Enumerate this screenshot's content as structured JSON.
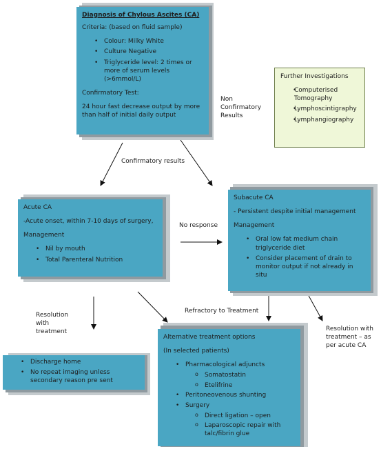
{
  "diagnosis": {
    "title": "Diagnosis of Chylous Ascites (CA)",
    "criteria": "Criteria: (based on fluid sample)",
    "bullets": [
      "Colour: Milky White",
      "Culture Negative",
      "Triglyceride level: 2 times or more of serum levels (>6mmol/L)"
    ],
    "confirm_title": "Confirmatory Test:",
    "confirm_text": "24 hour fast decrease output by more than half of initial daily output"
  },
  "further": {
    "title": "Further Investigations",
    "bullets": [
      "Computerised Tomography",
      "Lymphoscintigraphy",
      "Lymphangiography"
    ]
  },
  "acute": {
    "title": "Acute CA",
    "onset": "-Acute onset, within 7-10 days of surgery,",
    "management": "Management",
    "bullets": [
      "Nil by mouth",
      "Total Parenteral Nutrition"
    ]
  },
  "subacute": {
    "title": "Subacute CA",
    "persist": "- Persistent despite initial management",
    "management": "Management",
    "bullets": [
      "Oral low fat medium chain triglyceride diet",
      "Consider placement of drain to monitor output if not already in situ"
    ]
  },
  "discharge": {
    "bullets": [
      "Discharge home",
      "No repeat imaging unless secondary reason pre sent"
    ]
  },
  "alternative": {
    "title": "Alternative treatment options",
    "subtitle": "(In selected patients)",
    "pharm": "Pharmacological  adjuncts",
    "pharm_items": [
      "Somatostatin",
      "Etelifrine"
    ],
    "shunt": "Peritoneovenous shunting",
    "surgery": "Surgery",
    "surgery_items": [
      "Direct ligation – open",
      "Laparoscopic repair with talc/fibrin glue"
    ]
  },
  "labels": {
    "non_confirm": "Non Confirmatory Results",
    "confirm": "Confirmatory results",
    "no_response": "No response",
    "resolution": "Resolution with treatment",
    "refractory": "Refractory to Treatment",
    "resolution_acute": "Resolution with treatment – as per acute CA"
  }
}
